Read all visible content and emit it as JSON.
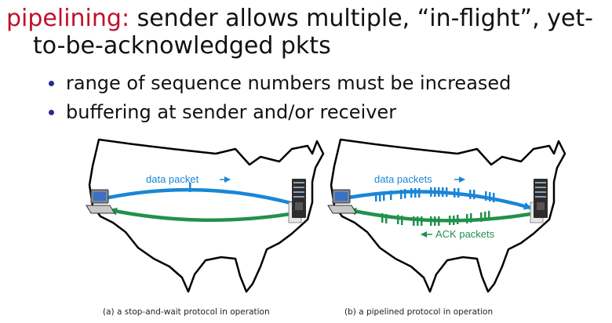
{
  "heading": {
    "keyword": "pipelining:",
    "text_line1": " sender allows multiple, “in-flight”, yet-",
    "text_line2": "to-be-acknowledged pkts"
  },
  "bullets": [
    "range of sequence numbers must be increased",
    "buffering at sender and/or receiver"
  ],
  "diagram_a": {
    "data_label": "data packet",
    "caption": "(a) a stop-and-wait protocol in operation"
  },
  "diagram_b": {
    "data_label": "data packets",
    "ack_label": "ACK packets",
    "caption": "(b) a pipelined protocol in operation"
  },
  "colors": {
    "keyword": "#c0102b",
    "data": "#1a86d6",
    "ack": "#21914b"
  }
}
